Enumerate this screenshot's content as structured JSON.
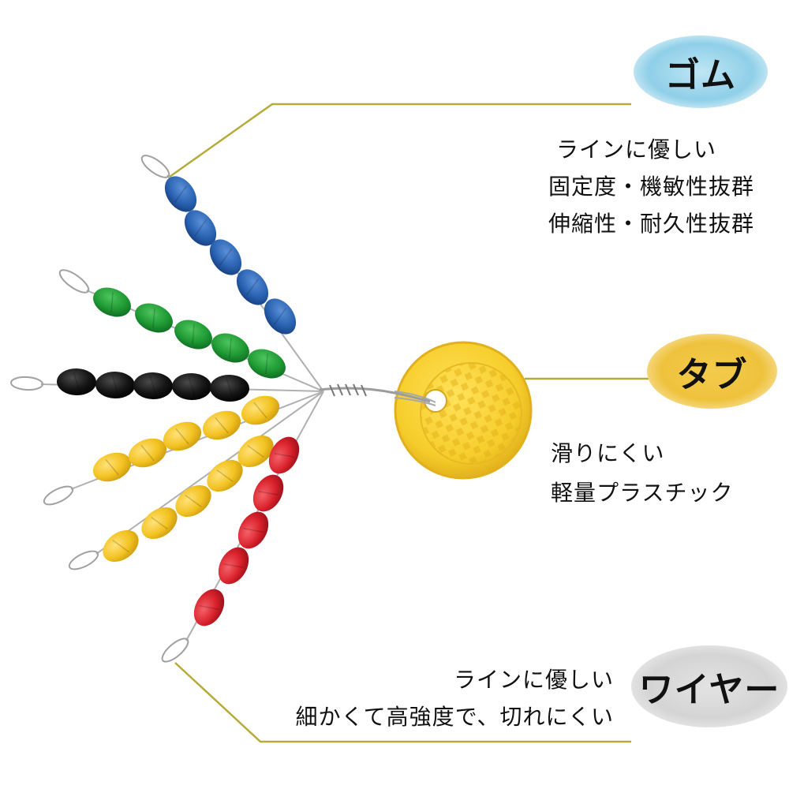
{
  "labels": {
    "rubber": {
      "title": "ゴム",
      "lines": [
        "ラインに優しい",
        "固定度・機敏性抜群",
        "伸縮性・耐久性抜群"
      ]
    },
    "tab": {
      "title": "タブ",
      "lines": [
        "滑りにくい",
        "軽量プラスチック"
      ]
    },
    "wire": {
      "title": "ワイヤー",
      "lines": [
        "ラインに優しい",
        "細かくて高強度で、切れにくい"
      ]
    }
  },
  "colors": {
    "leader_line": "#b5ab3a",
    "bead_blue": "#2a63b2",
    "bead_green": "#1f9a34",
    "bead_black": "#151515",
    "bead_yellow": "#f3c322",
    "bead_red": "#d8202a",
    "tab_yellow": "#f6cd2b",
    "wire_gray": "#a8a8a8"
  }
}
